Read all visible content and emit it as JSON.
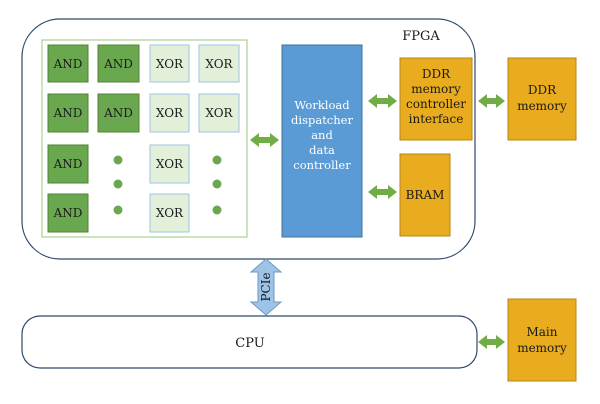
{
  "fpga": {
    "label": "FPGA"
  },
  "gate_grid": {
    "rows": [
      [
        "AND",
        "AND",
        "XOR",
        "XOR"
      ],
      [
        "AND",
        "AND",
        "XOR",
        "XOR"
      ],
      [
        "AND",
        "",
        "XOR",
        ""
      ],
      [
        "AND",
        "",
        "XOR",
        ""
      ]
    ]
  },
  "dispatcher": {
    "lines": [
      "Workload",
      "dispatcher",
      "and",
      "data",
      "controller"
    ]
  },
  "ddr_controller": {
    "lines": [
      "DDR",
      "memory",
      "controller",
      "interface"
    ]
  },
  "bram": {
    "label": "BRAM"
  },
  "ddr_memory": {
    "lines": [
      "DDR",
      "memory"
    ]
  },
  "pcie": {
    "label": "PCIe"
  },
  "cpu": {
    "label": "CPU"
  },
  "main_memory": {
    "lines": [
      "Main",
      "memory"
    ]
  },
  "colors": {
    "and_cell": "#6aa84f",
    "xor_cell": "#e2f0d9",
    "dispatcher": "#5b9bd5",
    "memory_block": "#e8ac1e",
    "arrow": "#70ad47",
    "pcie_arrow": "#9dc3e6"
  }
}
